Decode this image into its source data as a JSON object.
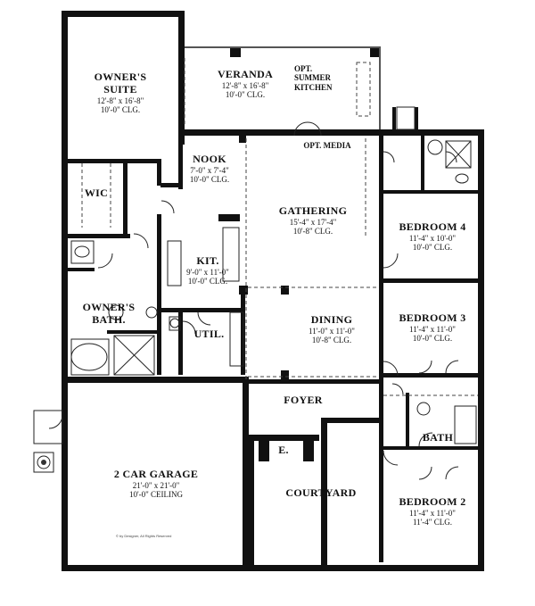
{
  "rooms": {
    "owners_suite": {
      "name": "OWNER'S\nSUITE",
      "dim": "12'-8\" x 16'-8\"",
      "clg": "10'-0\" CLG."
    },
    "veranda": {
      "name": "VERANDA",
      "dim": "12'-8\" x 16'-8\"",
      "clg": "10'-0\" CLG."
    },
    "summer_kitchen": {
      "name": "OPT.\nSUMMER\nKITCHEN"
    },
    "nook": {
      "name": "NOOK",
      "dim": "7'-0\" x 7'-4\"",
      "clg": "10'-0\" CLG."
    },
    "opt_media": {
      "name": "OPT. MEDIA"
    },
    "gathering": {
      "name": "GATHERING",
      "dim": "15'-4\" x 17'-4\"",
      "clg": "10'-8\" CLG."
    },
    "bedroom4": {
      "name": "BEDROOM 4",
      "dim": "11'-4\" x 10'-0\"",
      "clg": "10'-0\" CLG."
    },
    "wic": {
      "name": "WIC"
    },
    "kit": {
      "name": "KIT.",
      "dim": "9'-0\" x 11'-0\"",
      "clg": "10'-0\" CLG."
    },
    "owners_bath": {
      "name": "OWNER'S\nBATH."
    },
    "dining": {
      "name": "DINING",
      "dim": "11'-0\" x 11'-0\"",
      "clg": "10'-8\" CLG."
    },
    "bedroom3": {
      "name": "BEDROOM 3",
      "dim": "11'-4\" x 11'-0\"",
      "clg": "10'-0\" CLG."
    },
    "util": {
      "name": "UTIL."
    },
    "foyer": {
      "name": "FOYER"
    },
    "bath": {
      "name": "BATH"
    },
    "entry": {
      "name": "E."
    },
    "garage": {
      "name": "2 CAR GARAGE",
      "dim": "21'-0\" x 21'-0\"",
      "clg": "10'-0\" CEILING"
    },
    "courtyard": {
      "name": "COURTYARD"
    },
    "bedroom2": {
      "name": "BEDROOM 2",
      "dim": "11'-4\" x 11'-0\"",
      "clg": "11'-4\" CLG."
    }
  },
  "copyright": "© by Designer, All Rights Reserved",
  "colors": {
    "wall": "#111111",
    "background": "#ffffff"
  }
}
